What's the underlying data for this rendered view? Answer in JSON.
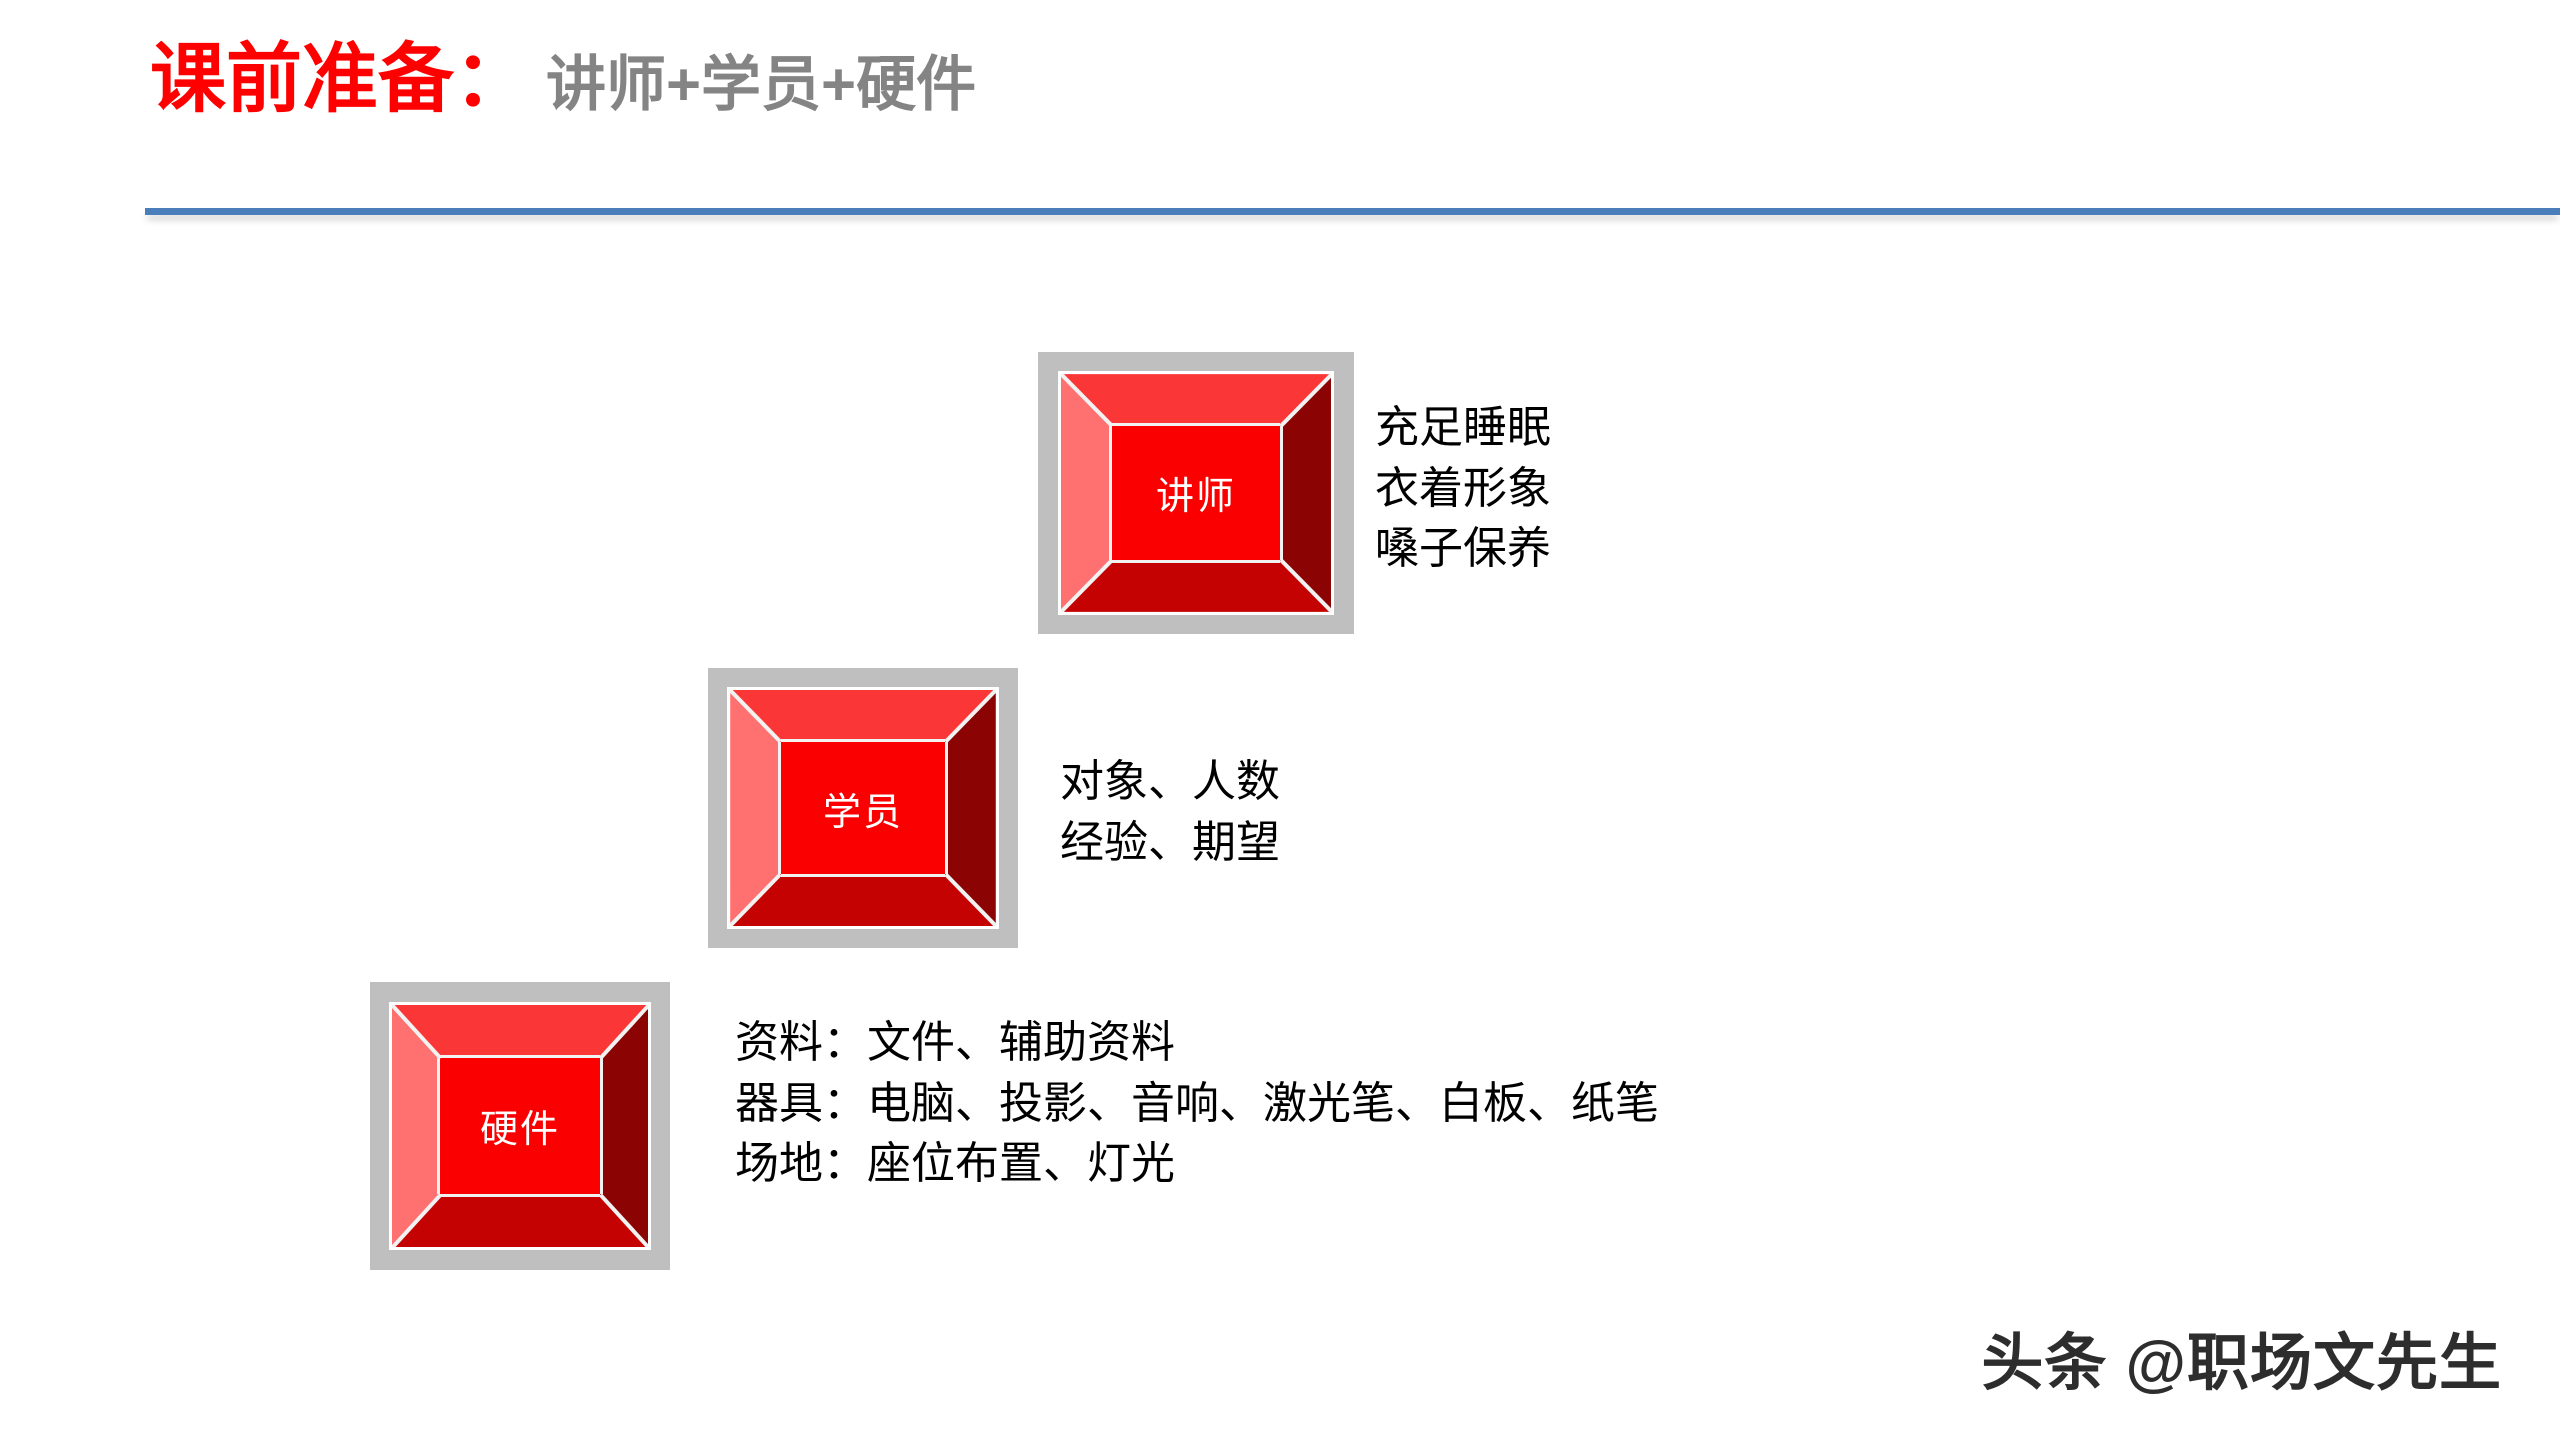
{
  "slide": {
    "background_color": "#ffffff",
    "title": {
      "main": "课前准备：",
      "main_color": "#ff0000",
      "subtitle": "讲师+学员+硬件",
      "subtitle_color": "#848484"
    },
    "divider_color": "#4a7ebb"
  },
  "boxes": [
    {
      "label": "讲师",
      "label_color": "#ffffff",
      "frame_color": "#bfbfbf",
      "face_color": "#fb0000",
      "bevel_top": "#fb3636",
      "bevel_left": "#ff7070",
      "bevel_right": "#8b0303",
      "bevel_bottom": "#c40202",
      "details": [
        "充足睡眠",
        "衣着形象",
        "嗓子保养"
      ]
    },
    {
      "label": "学员",
      "label_color": "#ffffff",
      "frame_color": "#bfbfbf",
      "face_color": "#fb0000",
      "bevel_top": "#fb3636",
      "bevel_left": "#ff7070",
      "bevel_right": "#8b0303",
      "bevel_bottom": "#c40202",
      "details": [
        "对象、人数",
        "经验、期望"
      ]
    },
    {
      "label": "硬件",
      "label_color": "#ffffff",
      "frame_color": "#bfbfbf",
      "face_color": "#fb0000",
      "bevel_top": "#fb3636",
      "bevel_left": "#ff7070",
      "bevel_right": "#8b0303",
      "bevel_bottom": "#c40202",
      "details": [
        "资料：文件、辅助资料",
        "器具：电脑、投影、音响、激光笔、白板、纸笔",
        "场地：座位布置、灯光"
      ]
    }
  ],
  "watermark": {
    "text": "头条 @职场文先生"
  }
}
